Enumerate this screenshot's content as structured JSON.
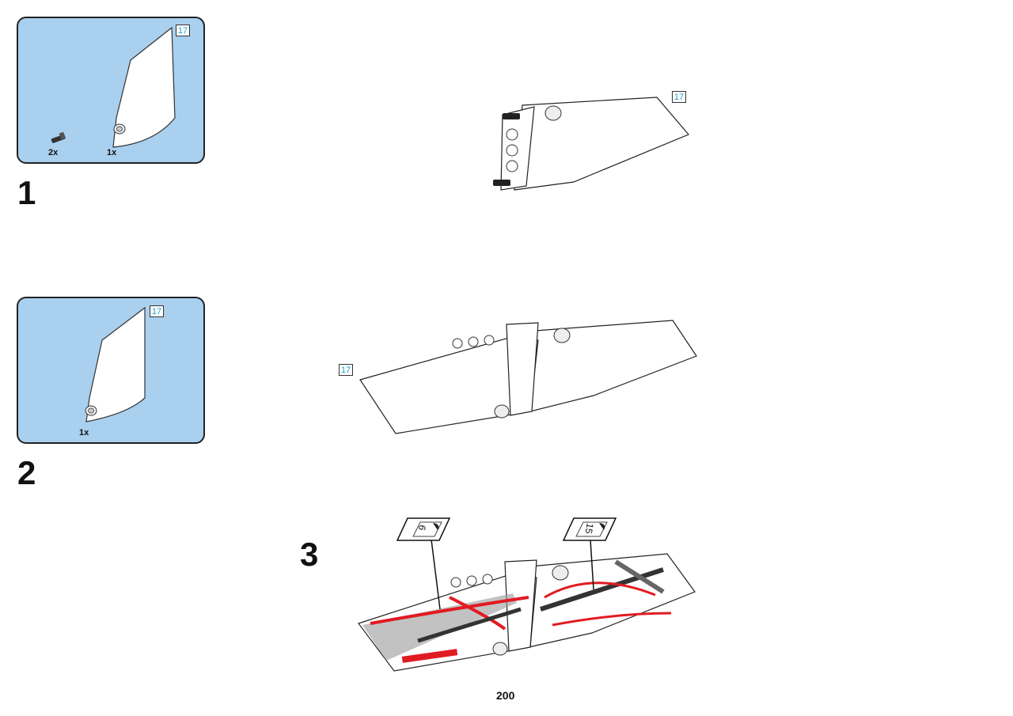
{
  "steps": [
    {
      "number": "1",
      "parts": [
        {
          "quantity": "2x",
          "name": "pin-with-axle"
        },
        {
          "quantity": "1x",
          "name": "wing-panel"
        }
      ],
      "panel_tag": "17",
      "model_tag": "17"
    },
    {
      "number": "2",
      "parts": [
        {
          "quantity": "1x",
          "name": "wing-panel"
        }
      ],
      "panel_tag": "17",
      "model_tag": "17"
    },
    {
      "number": "3",
      "stickers": [
        "6",
        "15"
      ]
    }
  ],
  "page_number": "200",
  "colors": {
    "parts_box_bg": "#a9d0ef",
    "tag_text": "#1aa0c8",
    "sticker_red": "#e11b22",
    "sticker_grey": "#8c8c8c"
  }
}
